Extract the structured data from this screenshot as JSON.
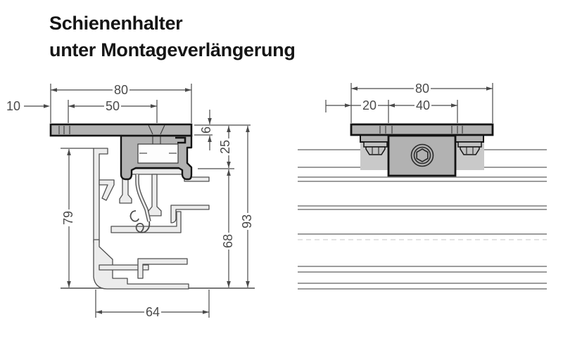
{
  "title": {
    "line1": "Schienenhalter",
    "line2": "unter Montageverlängerung"
  },
  "left_view": {
    "dims": {
      "total_width": "80",
      "inner_width": "50",
      "left_offset": "10",
      "plate_thickness": "6",
      "holder_depth": "25",
      "profile_height": "79",
      "overall_height": "93",
      "holder_to_base": "68",
      "base_width": "64"
    }
  },
  "right_view": {
    "dims": {
      "total_width": "80",
      "edge_to_block": "20",
      "block_width": "40"
    }
  },
  "colors": {
    "metal_gray": "#b2b2b2",
    "wing_gray": "#c9c9c9",
    "profile_fill": "#ececec",
    "outline_black": "#141414",
    "rail_line_gray": "#9c9c9c",
    "dimension_gray": "#4a4a4a"
  }
}
